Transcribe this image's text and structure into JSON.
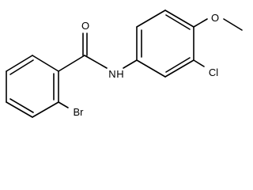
{
  "molecule": {
    "atoms": {
      "oxygen_carbonyl": "O",
      "nitrogen_amide": "N",
      "hydrogen_amide": "H",
      "bromine": "Br",
      "chlorine": "Cl",
      "oxygen_methoxy": "O"
    }
  }
}
